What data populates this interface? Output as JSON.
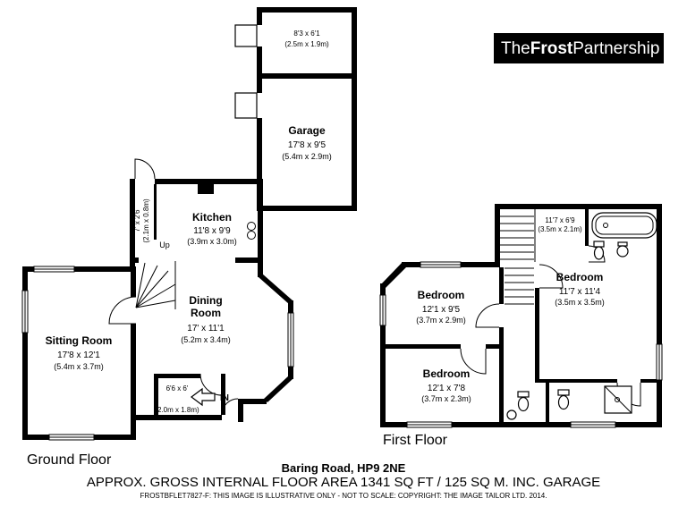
{
  "logo": {
    "part1": "The",
    "part2": "Frost",
    "part3": "Partnership"
  },
  "ground_floor": {
    "title": "Ground Floor",
    "store": {
      "dims": "8'3 x 6'1",
      "metric": "(2.5m x 1.9m)"
    },
    "garage": {
      "name": "Garage",
      "dims": "17'8 x 9'5",
      "metric": "(5.4m x 2.9m)"
    },
    "kitchen": {
      "name": "Kitchen",
      "dims": "11'8 x 9'9",
      "metric": "(3.9m x 3.0m)"
    },
    "hall": {
      "dims": "7' x 2'6",
      "metric": "(2.1m x 0.8m)"
    },
    "stairs_label": "Up",
    "dining": {
      "name_line1": "Dining",
      "name_line2": "Room",
      "dims": "17' x 11'1",
      "metric": "(5.2m x 3.4m)"
    },
    "sitting": {
      "name": "Sitting Room",
      "dims": "17'8 x 12'1",
      "metric": "(5.4m x 3.7m)"
    },
    "entry": {
      "dims": "6'6 x 6'",
      "metric": "(2.0m x 1.8m)",
      "in_label": "IN"
    }
  },
  "first_floor": {
    "title": "First Floor",
    "landing": {
      "dims": "11'7 x 6'9",
      "metric": "(3.5m x 2.1m)"
    },
    "bedroom1": {
      "name": "Bedroom",
      "dims": "12'1 x 9'5",
      "metric": "(3.7m x 2.9m)"
    },
    "bedroom2": {
      "name": "Bedroom",
      "dims": "11'7 x 11'4",
      "metric": "(3.5m x 3.5m)"
    },
    "bedroom3": {
      "name": "Bedroom",
      "dims": "12'1 x 7'8",
      "metric": "(3.7m x 2.3m)"
    }
  },
  "footer": {
    "address": "Baring Road, HP9 2NE",
    "area_line": "APPROX. GROSS INTERNAL FLOOR AREA 1341 SQ FT / 125 SQ M. INC. GARAGE",
    "disclaimer": "FROSTBFLET7827-F: THIS IMAGE IS ILLUSTRATIVE ONLY - NOT TO SCALE: COPYRIGHT: THE IMAGE TAILOR LTD. 2014."
  }
}
